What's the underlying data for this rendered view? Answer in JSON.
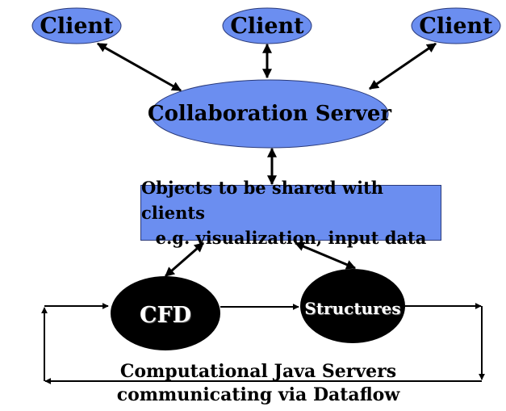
{
  "clients": [
    {
      "label": "Client"
    },
    {
      "label": "Client"
    },
    {
      "label": "Client"
    }
  ],
  "collaboration_server": {
    "label": "Collaboration Server"
  },
  "shared_objects": {
    "line1": "Objects to be shared with clients",
    "line2": "e.g. visualization, input data"
  },
  "compute_nodes": {
    "cfd": "CFD",
    "structures": "Structures"
  },
  "caption": {
    "line1": "Computational Java Servers",
    "line2": "communicating via Dataflow"
  },
  "colors": {
    "ellipse_fill": "#6B8EF0",
    "box_fill": "#6B8EF0",
    "compute_fill": "#000000",
    "arrow": "#000000"
  }
}
